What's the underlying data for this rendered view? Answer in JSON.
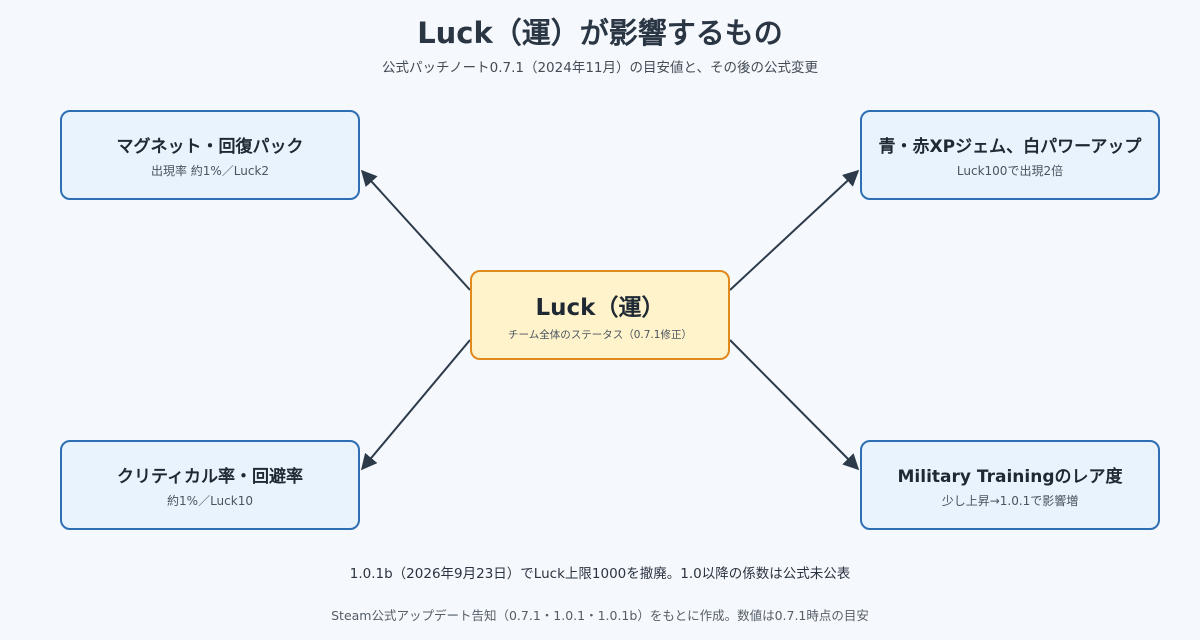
{
  "title": "Luck（運）が影響するもの",
  "subtitle": "公式パッチノート0.7.1（2024年11月）の目安値と、その後の公式変更",
  "center": {
    "label": "Luck（運）",
    "sub": "チーム全体のステータス（0.7.1修正）"
  },
  "nodes": {
    "top_left": {
      "label": "マグネット・回復パック",
      "sub": "出現率 約1%／Luck2"
    },
    "top_right": {
      "label": "青・赤XPジェム、白パワーアップ",
      "sub": "Luck100で出現2倍"
    },
    "bottom_left": {
      "label": "クリティカル率・回避率",
      "sub": "約1%／Luck10"
    },
    "bottom_right": {
      "label": "Military Trainingのレア度",
      "sub": "少し上昇→1.0.1で影響増"
    }
  },
  "note": "1.0.1b（2026年9月23日）でLuck上限1000を撤廃。1.0以降の係数は公式未公表",
  "footer": "Steam公式アップデート告知（0.7.1・1.0.1・1.0.1b）をもとに作成。数値は0.7.1時点の目安",
  "colors": {
    "node_fill": "#e8f3fd",
    "node_border": "#2e6fb3",
    "center_fill": "#fff3cc",
    "center_border": "#e08a1e",
    "arrow": "#2c3a4a"
  }
}
